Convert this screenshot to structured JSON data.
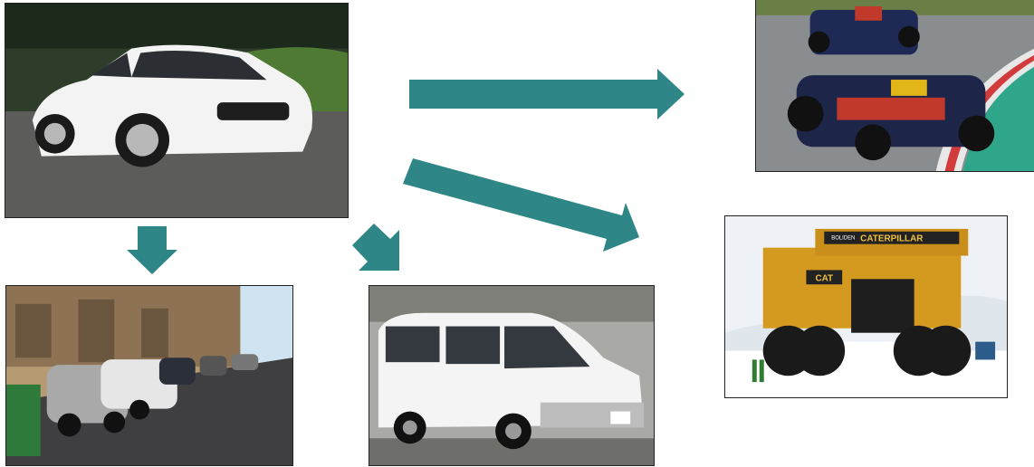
{
  "colors": {
    "arrow": "#2f8686",
    "frame": "#222222"
  },
  "photos": [
    {
      "id": "sedan",
      "subject": "white-sedan"
    },
    {
      "id": "f1",
      "subject": "formula-one-race-cars"
    },
    {
      "id": "smart",
      "subject": "smart-cars-parked-on-street"
    },
    {
      "id": "van",
      "subject": "white-minivan"
    },
    {
      "id": "truck",
      "subject": "caterpillar-mining-truck"
    }
  ],
  "arrows": [
    {
      "from": "sedan",
      "to": "f1"
    },
    {
      "from": "sedan",
      "to": "truck"
    },
    {
      "from": "sedan",
      "to": "smart"
    },
    {
      "from": "sedan",
      "to": "van"
    }
  ],
  "truck_sign": {
    "brand": "CATERPILLAR",
    "dealer": "BOLIDEN",
    "badge": "CAT"
  }
}
